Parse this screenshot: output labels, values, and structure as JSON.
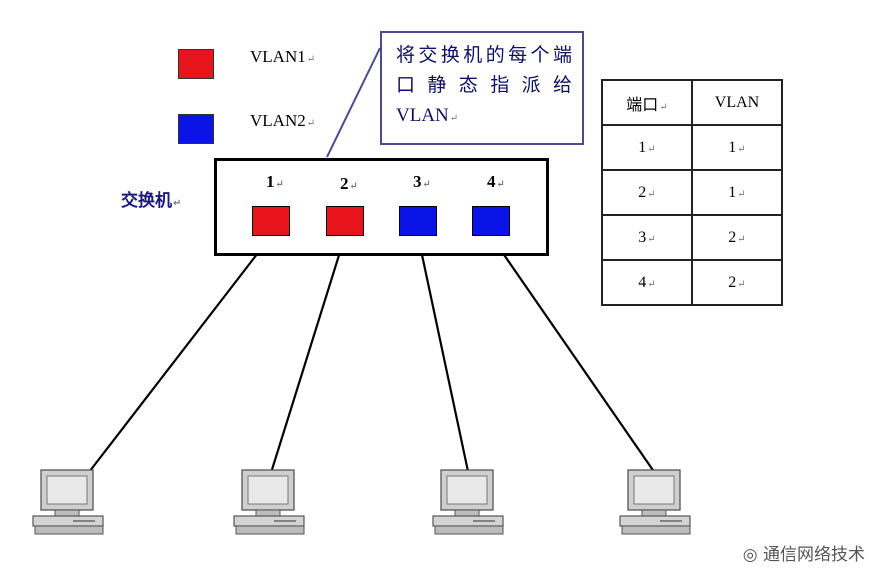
{
  "legend": [
    {
      "label": "VLAN1",
      "color": "#e8141c"
    },
    {
      "label": "VLAN2",
      "color": "#0a14e6"
    }
  ],
  "callout": {
    "lines": [
      "将交换机的每个端",
      "口静态指派给",
      "VLAN"
    ]
  },
  "switch": {
    "title": "交换机",
    "ports": [
      {
        "number": "1",
        "color": "#e8141c"
      },
      {
        "number": "2",
        "color": "#e8141c"
      },
      {
        "number": "3",
        "color": "#0a14e6"
      },
      {
        "number": "4",
        "color": "#0a14e6"
      }
    ]
  },
  "table": {
    "headers": [
      "端口",
      "VLAN"
    ],
    "rows": [
      [
        "1",
        "1"
      ],
      [
        "2",
        "1"
      ],
      [
        "3",
        "2"
      ],
      [
        "4",
        "2"
      ]
    ]
  },
  "watermark": "通信网络技术"
}
